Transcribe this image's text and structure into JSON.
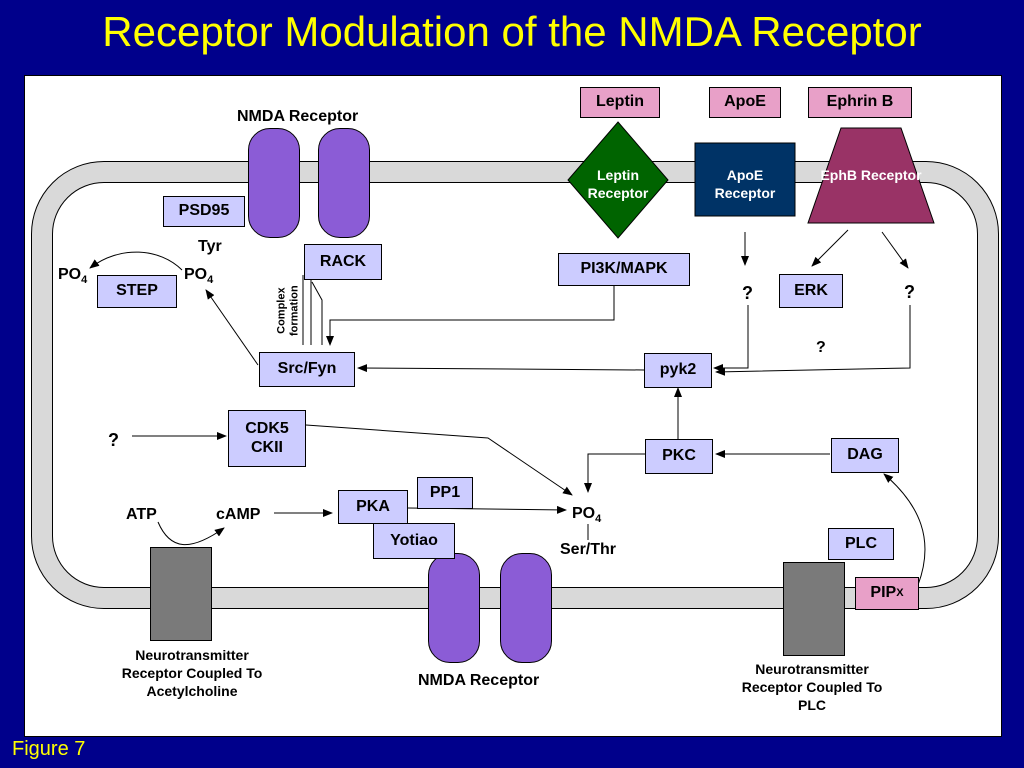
{
  "title": "Receptor Modulation of the NMDA Receptor",
  "caption": "Figure 7",
  "labels": {
    "nmda_top": "NMDA Receptor",
    "nmda_bottom": "NMDA Receptor",
    "tyr": "Tyr",
    "po4_left": "PO",
    "po4_mid": "PO",
    "po4_right": "PO",
    "po4_sub": "4",
    "complex": "Complex formation",
    "q_apoe": "?",
    "q_ephb": "?",
    "q_erk": "?",
    "q_cdk": "?",
    "atp": "ATP",
    "camp": "cAMP",
    "serthr": "Ser/Thr",
    "nt_ach": "Neurotransmitter Receptor Coupled To Acetylcholine",
    "nt_plc": "Neurotransmitter Receptor Coupled To PLC"
  },
  "boxes": {
    "leptin": "Leptin",
    "apoe": "ApoE",
    "ephrin": "Ephrin B",
    "psd95": "PSD95",
    "step": "STEP",
    "rack": "RACK",
    "pi3k": "PI3K/MAPK",
    "erk": "ERK",
    "srcfyn": "Src/Fyn",
    "pyk2": "pyk2",
    "cdk5": "CDK5",
    "ck2": "CKII",
    "pkc": "PKC",
    "dag": "DAG",
    "pp1": "PP1",
    "pka": "PKA",
    "yotiao": "Yotiao",
    "plc": "PLC",
    "pip": "PIP",
    "pip_sub": "X"
  },
  "receptors": {
    "leptin": "Leptin Receptor",
    "apoe": "ApoE Receptor",
    "ephb": "EphB Receptor"
  },
  "colors": {
    "background": "#00008b",
    "title": "#ffff00",
    "box": "#ccccff",
    "pink": "#e8a0c8",
    "nmda": "#8b5cd6",
    "leptin_receptor": "#006400",
    "apoe_receptor": "#003366",
    "ephb_receptor": "#993366",
    "membrane": "#d9d9d9"
  }
}
